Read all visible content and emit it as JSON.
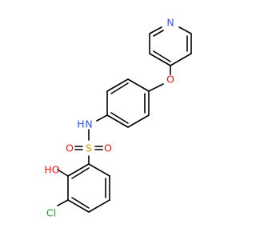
{
  "atom_colors": {
    "N": "#3050F8",
    "O": "#FF0D0D",
    "S": "#C8A000",
    "Cl": "#1FA01F"
  },
  "labels": {
    "pyridine_n": "N",
    "ether_o": "O",
    "amide_n": "N",
    "amide_h": "H",
    "sulfur": "S",
    "sulfonyl_o_left": "O",
    "sulfonyl_o_right": "O",
    "hydroxyl": "HO",
    "chlorine": "Cl"
  }
}
